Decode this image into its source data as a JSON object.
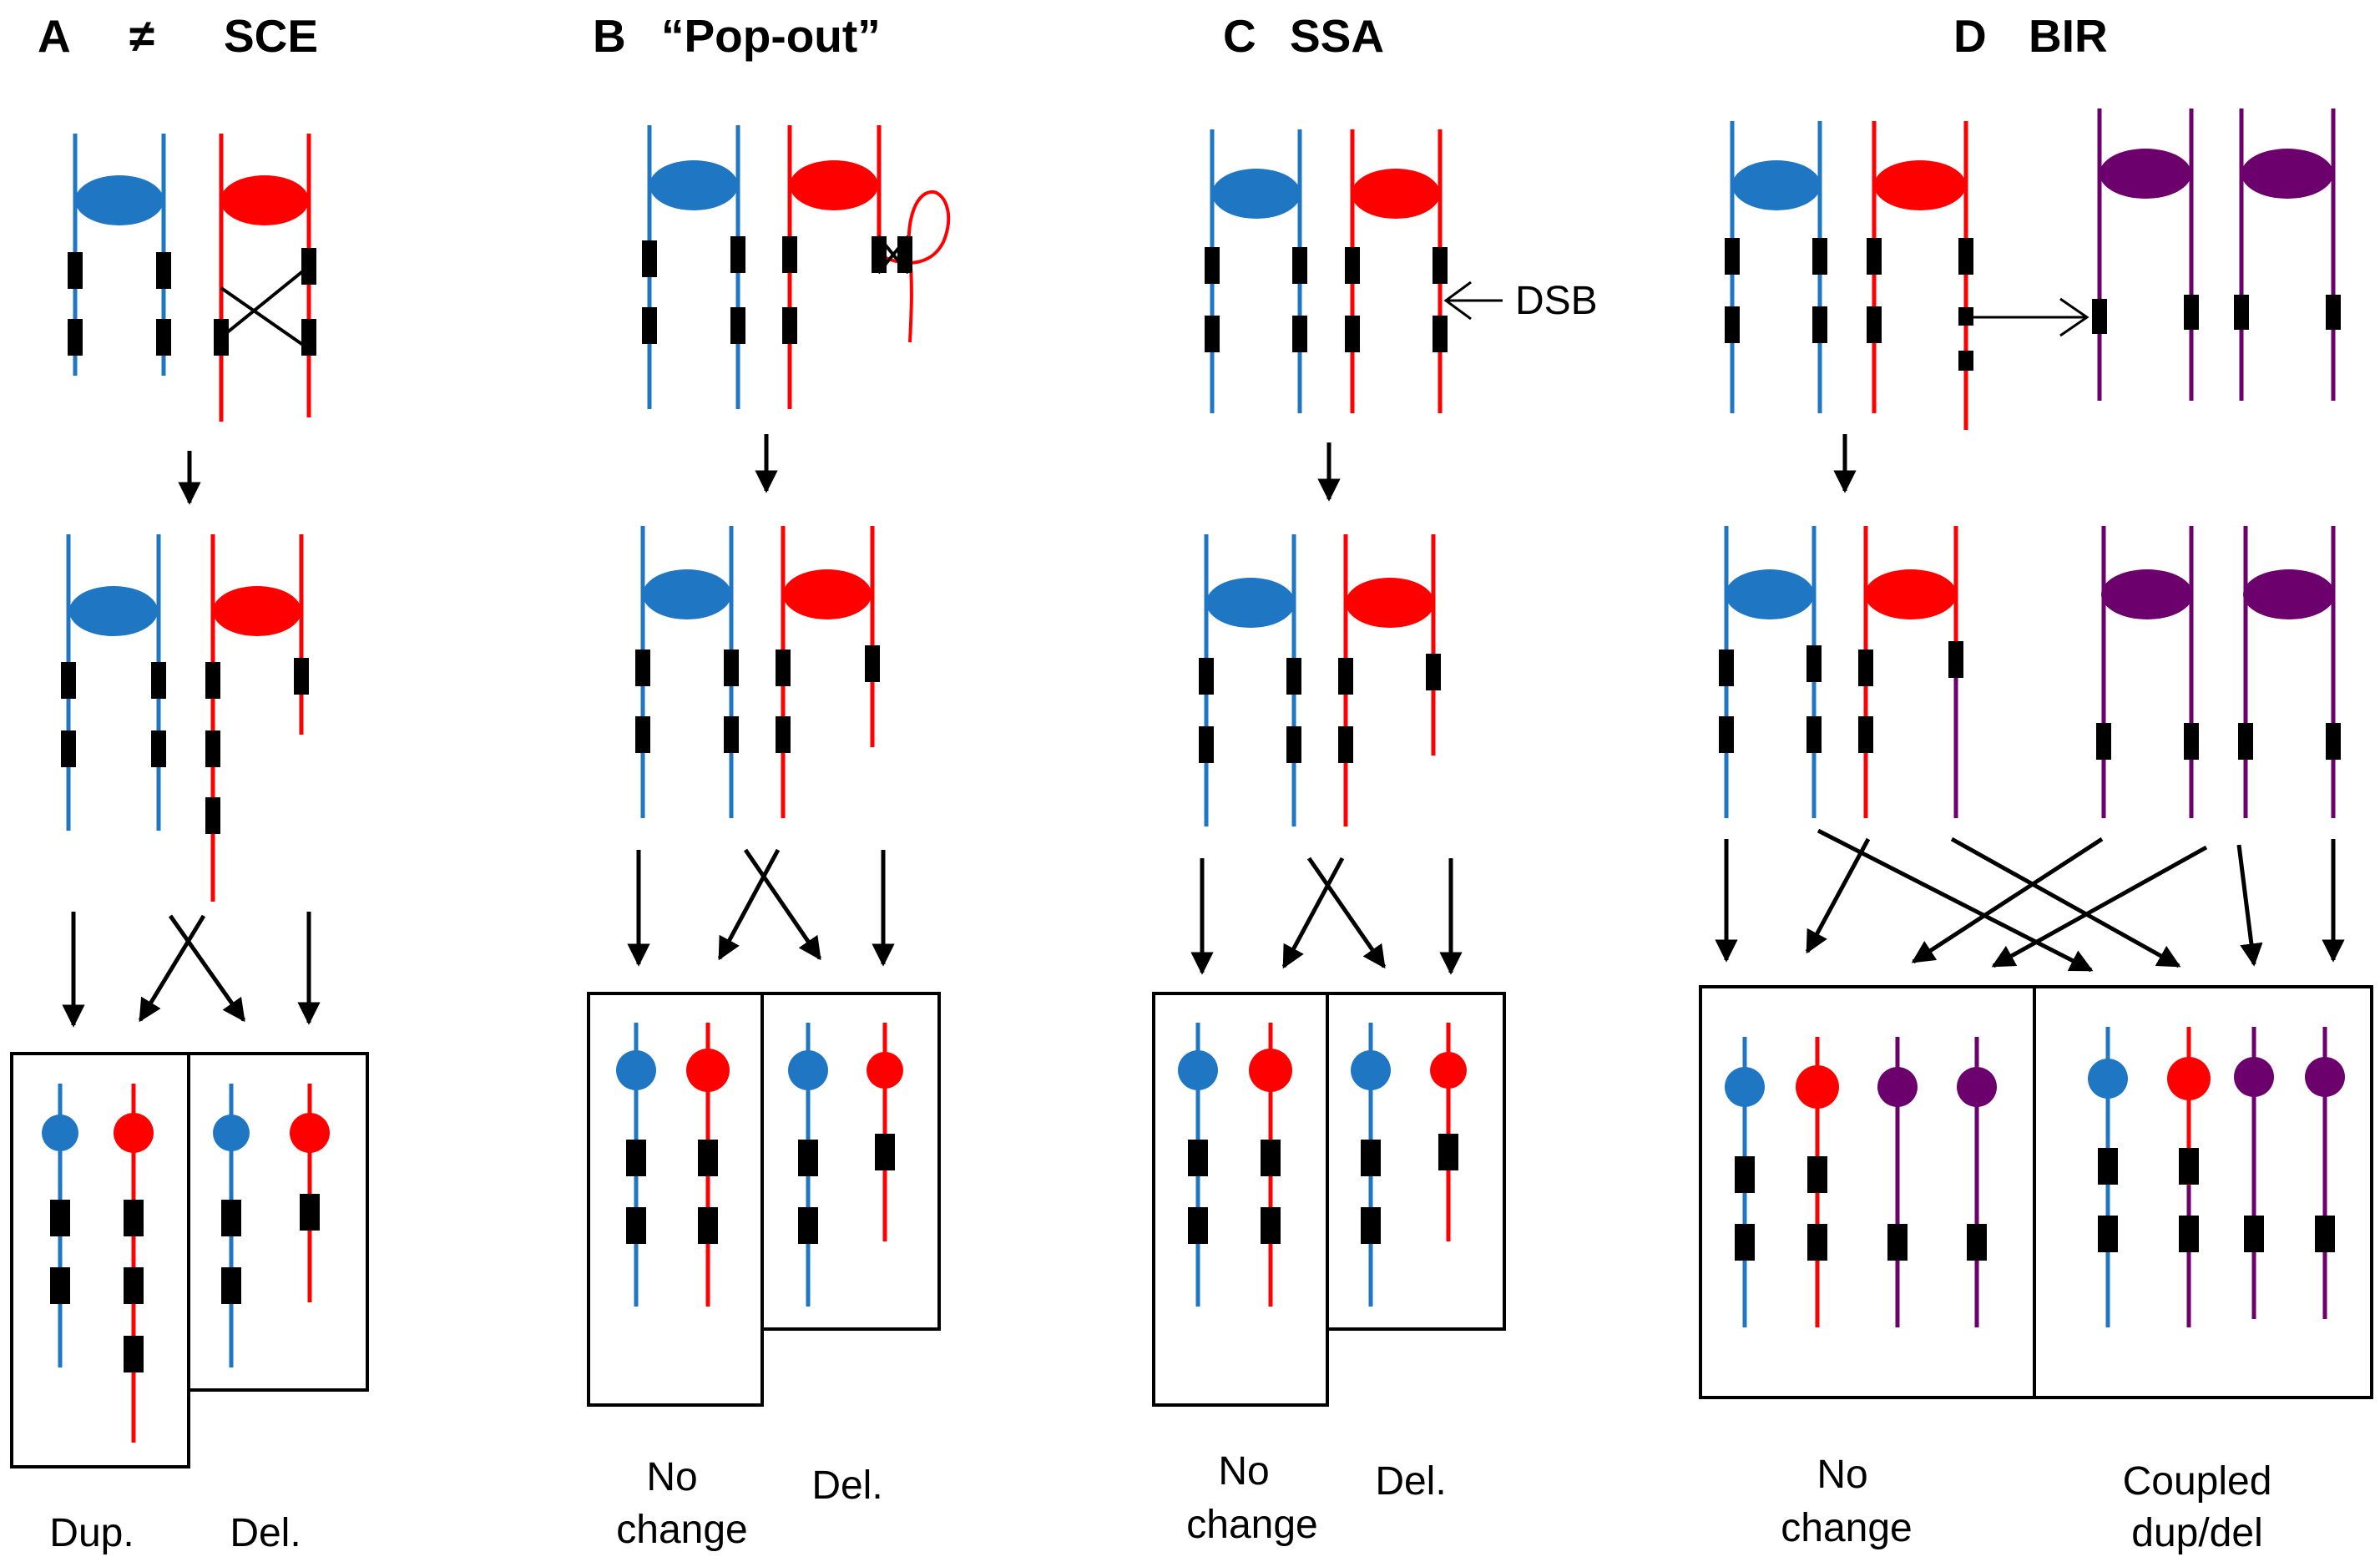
{
  "colors": {
    "blue": "#1f77c4",
    "red": "#ff0000",
    "purple": "#6c006c",
    "marker": "#000000"
  },
  "panels": [
    {
      "letter": "A",
      "symbol": "≠",
      "title": "SCE",
      "captions": [
        "Dup.",
        "Del."
      ]
    },
    {
      "letter": "B",
      "title": "“Pop-out”",
      "captions": [
        "No",
        "change",
        "Del."
      ]
    },
    {
      "letter": "C",
      "title": "SSA",
      "annotation": "DSB",
      "captions": [
        "No",
        "change",
        "Del."
      ]
    },
    {
      "letter": "D",
      "title": "BIR",
      "captions": [
        "No",
        "change",
        "Coupled",
        "dup/del"
      ]
    }
  ]
}
